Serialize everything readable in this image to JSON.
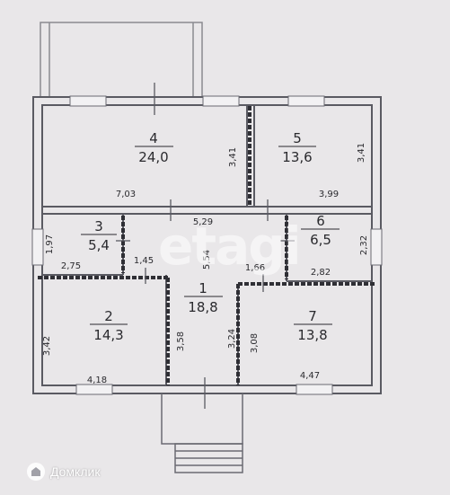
{
  "rooms": [
    {
      "number": "4",
      "area": "24,0"
    },
    {
      "number": "5",
      "area": "13,6"
    },
    {
      "number": "3",
      "area": "5,4"
    },
    {
      "number": "6",
      "area": "6,5"
    },
    {
      "number": "1",
      "area": "18,8"
    },
    {
      "number": "2",
      "area": "14,3"
    },
    {
      "number": "7",
      "area": "13,8"
    }
  ],
  "dimensions": [
    "3,41",
    "7,03",
    "3,41",
    "3,99",
    "1,97",
    "2,75",
    "5,29",
    "1,45",
    "5,54",
    "1,66",
    "2,32",
    "2,82",
    "3,42",
    "4,18",
    "3,58",
    "3,24",
    "3,08",
    "4,47"
  ],
  "watermark": "etagi",
  "brand": "Домклик",
  "colors": {
    "wall": "#2f2f35",
    "paper": "#e9e7e9",
    "line": "#5a5a62"
  }
}
